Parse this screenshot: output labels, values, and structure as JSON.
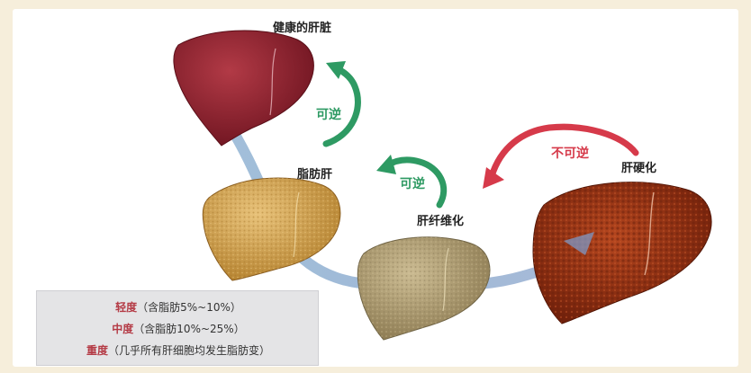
{
  "labels": {
    "healthy_liver": "健康的肝脏",
    "fatty_liver": "脂肪肝",
    "fibrosis": "肝纤维化",
    "cirrhosis": "肝硬化"
  },
  "arrows": {
    "reversible_1": "可逆",
    "reversible_2": "可逆",
    "irreversible": "不可逆"
  },
  "legend": {
    "rows": [
      {
        "term": "轻度",
        "desc": "（含脂肪5%~10%）"
      },
      {
        "term": "中度",
        "desc": "（含脂肪10%~25%）"
      },
      {
        "term": "重度",
        "desc": "（几乎所有肝细胞均发生脂肪变）"
      }
    ]
  },
  "colors": {
    "healthy": "#8f2230",
    "fatty": "#d3a75a",
    "fibrosis": "#b3a17a",
    "cirrhosis": "#9c3a1a",
    "reversible_arrow": "#2e9a63",
    "irreversible_arrow": "#d63a4a",
    "progression_path": "#9dbcd8"
  }
}
